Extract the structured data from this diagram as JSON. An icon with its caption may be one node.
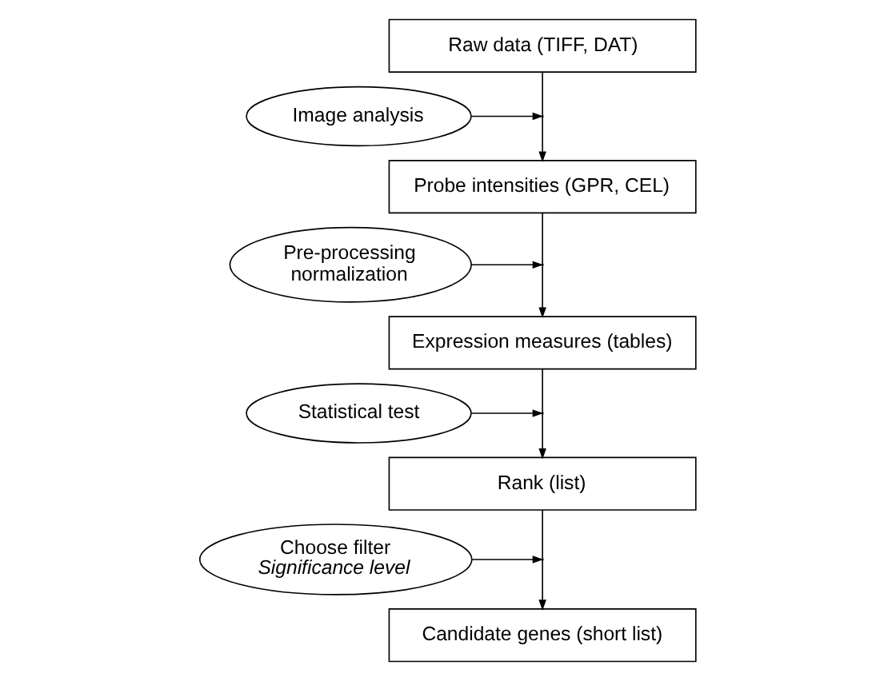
{
  "diagram": {
    "nodes": [
      {
        "text": [
          "Raw data (TIFF, DAT)"
        ]
      },
      {
        "text": [
          "Image analysis"
        ]
      },
      {
        "text": [
          "Probe intensities (GPR, CEL)"
        ]
      },
      {
        "text": [
          "Pre-processing normalization"
        ]
      },
      {
        "text": [
          "Expression measures (tables)"
        ]
      },
      {
        "text": [
          "Statistical test"
        ]
      },
      {
        "text": [
          "Rank (list)"
        ]
      },
      {
        "text": [
          "Choose filter",
          "Significance level"
        ]
      },
      {
        "text": [
          "Candidate genes (short list)"
        ]
      }
    ],
    "edges": [
      {
        "from": 0,
        "to": 2,
        "arrow": "to"
      },
      {
        "from": 2,
        "to": 4,
        "arrow": "to"
      },
      {
        "from": 4,
        "to": 6,
        "arrow": "to"
      },
      {
        "from": 6,
        "to": 8,
        "arrow": "to"
      },
      {
        "from": 1,
        "to": null,
        "arrow": "to"
      },
      {
        "from": 3,
        "to": null,
        "arrow": "to"
      },
      {
        "from": 5,
        "to": null,
        "arrow": "to"
      },
      {
        "from": 7,
        "to": null,
        "arrow": "to"
      }
    ]
  }
}
